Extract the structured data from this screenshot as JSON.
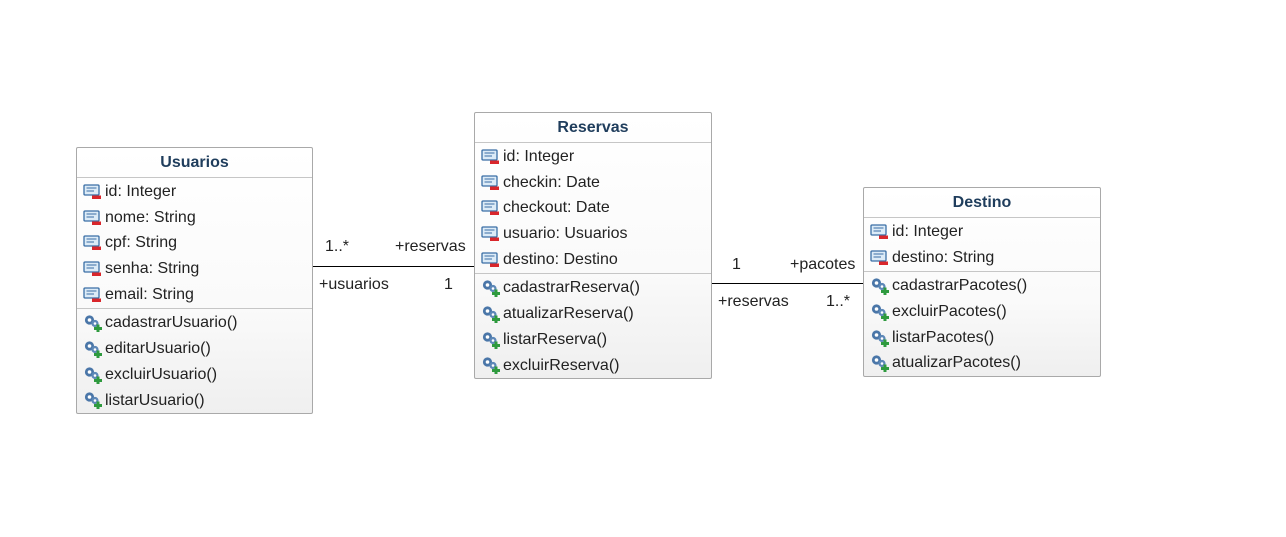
{
  "classes": {
    "usuarios": {
      "name": "Usuarios",
      "attributes": [
        "id: Integer",
        "nome: String",
        "cpf: String",
        "senha: String",
        "email: String"
      ],
      "operations": [
        "cadastrarUsuario()",
        "editarUsuario()",
        "excluirUsuario()",
        "listarUsuario()"
      ]
    },
    "reservas": {
      "name": "Reservas",
      "attributes": [
        "id: Integer",
        "checkin: Date",
        "checkout: Date",
        "usuario: Usuarios",
        "destino: Destino"
      ],
      "operations": [
        "cadastrarReserva()",
        "atualizarReserva()",
        "listarReserva()",
        "excluirReserva()"
      ]
    },
    "destino": {
      "name": "Destino",
      "attributes": [
        "id: Integer",
        "destino: String"
      ],
      "operations": [
        "cadastrarPacotes()",
        "excluirPacotes()",
        "listarPacotes()",
        "atualizarPacotes()"
      ]
    }
  },
  "associations": {
    "usuarios_reservas": {
      "usuarios_end_multiplicity": "1..*",
      "usuarios_end_role": "+usuarios",
      "reservas_end_role": "+reservas",
      "reservas_end_multiplicity": "1"
    },
    "reservas_destino": {
      "reservas_end_multiplicity": "1",
      "reservas_end_role": "+reservas",
      "destino_end_role": "+pacotes",
      "destino_end_multiplicity": "1..*"
    }
  },
  "icons": {
    "attribute": "private-attribute-icon",
    "operation": "public-operation-icon"
  },
  "colors": {
    "class_title": "#1f3d5c",
    "class_border": "#a9a9a9",
    "attribute_icon_red": "#d9262b",
    "operation_icon_green": "#2e9a3e"
  }
}
